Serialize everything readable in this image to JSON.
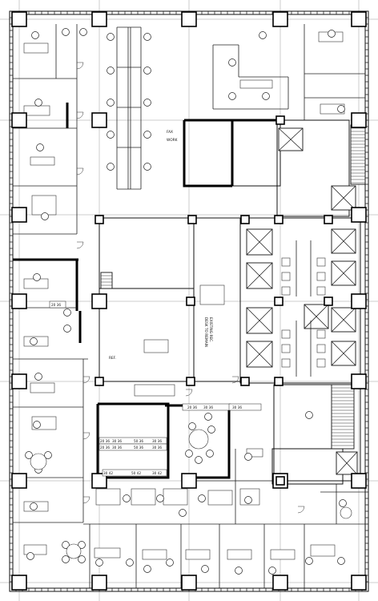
{
  "floor_plan": {
    "room_tags": [],
    "notes": {
      "fax": "FAX",
      "work": "WORK",
      "existing_rec_1": "EXISTING REC.",
      "existing_rec_2": "DESK TO REMAIN",
      "ref": "REF."
    },
    "area_labels": {
      "row_a": "20 36",
      "row_b": "30 36",
      "row_c": "50 36",
      "row_d": "30 42",
      "row_e": "50 42"
    },
    "colors": {
      "line": "#111111",
      "background": "#ffffff"
    }
  }
}
